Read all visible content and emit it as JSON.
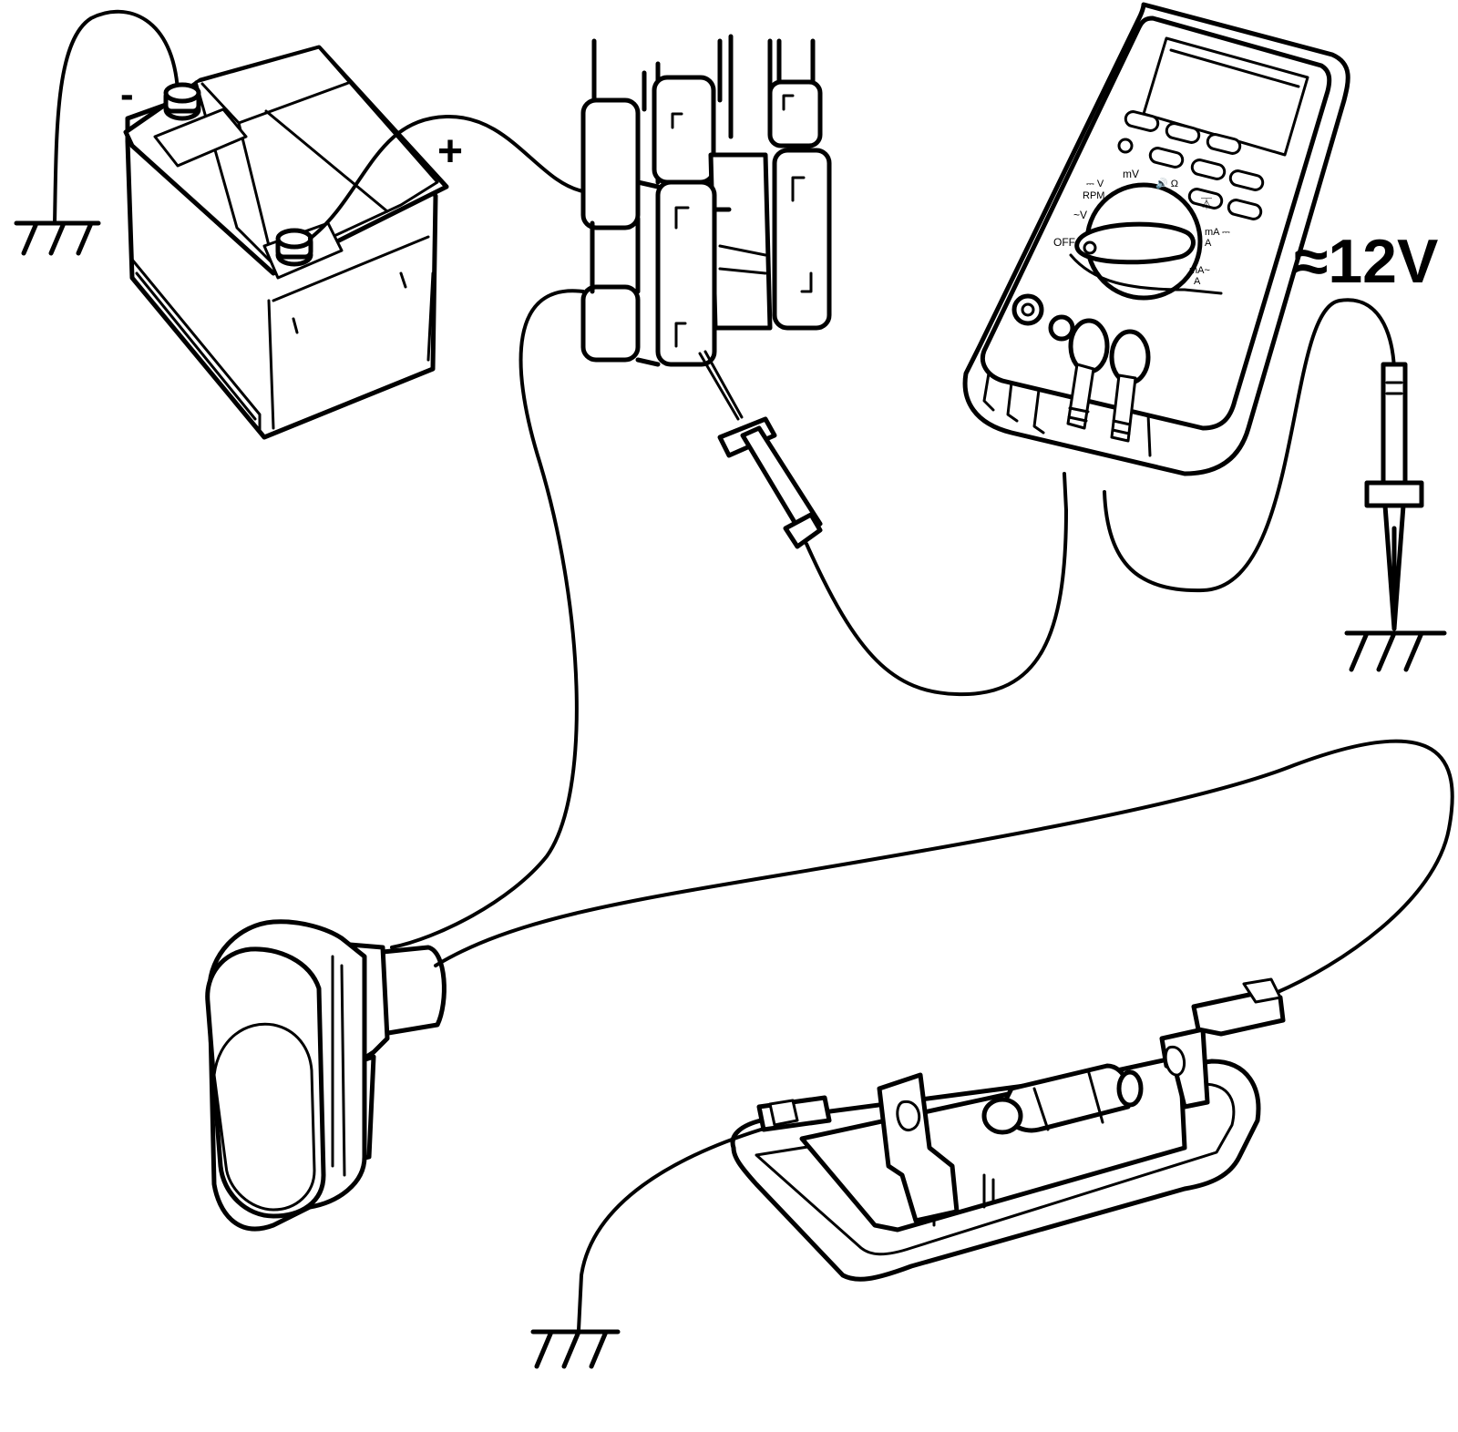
{
  "labels": {
    "battery_negative": "-",
    "battery_positive": "+",
    "measurement": "≈12V"
  },
  "multimeter": {
    "dial_labels": {
      "dc_volt": "⎓ V",
      "rpm": "RPM",
      "millivolt": "mV",
      "continuity_ohm": "🔊 Ω",
      "diode": "⏄",
      "ac_volt": "~V",
      "off": "OFF",
      "dc_milliamp": "mA ⎓",
      "dc_amp": "A",
      "ac_milliamp": "mA~",
      "ac_amp": "A"
    }
  }
}
